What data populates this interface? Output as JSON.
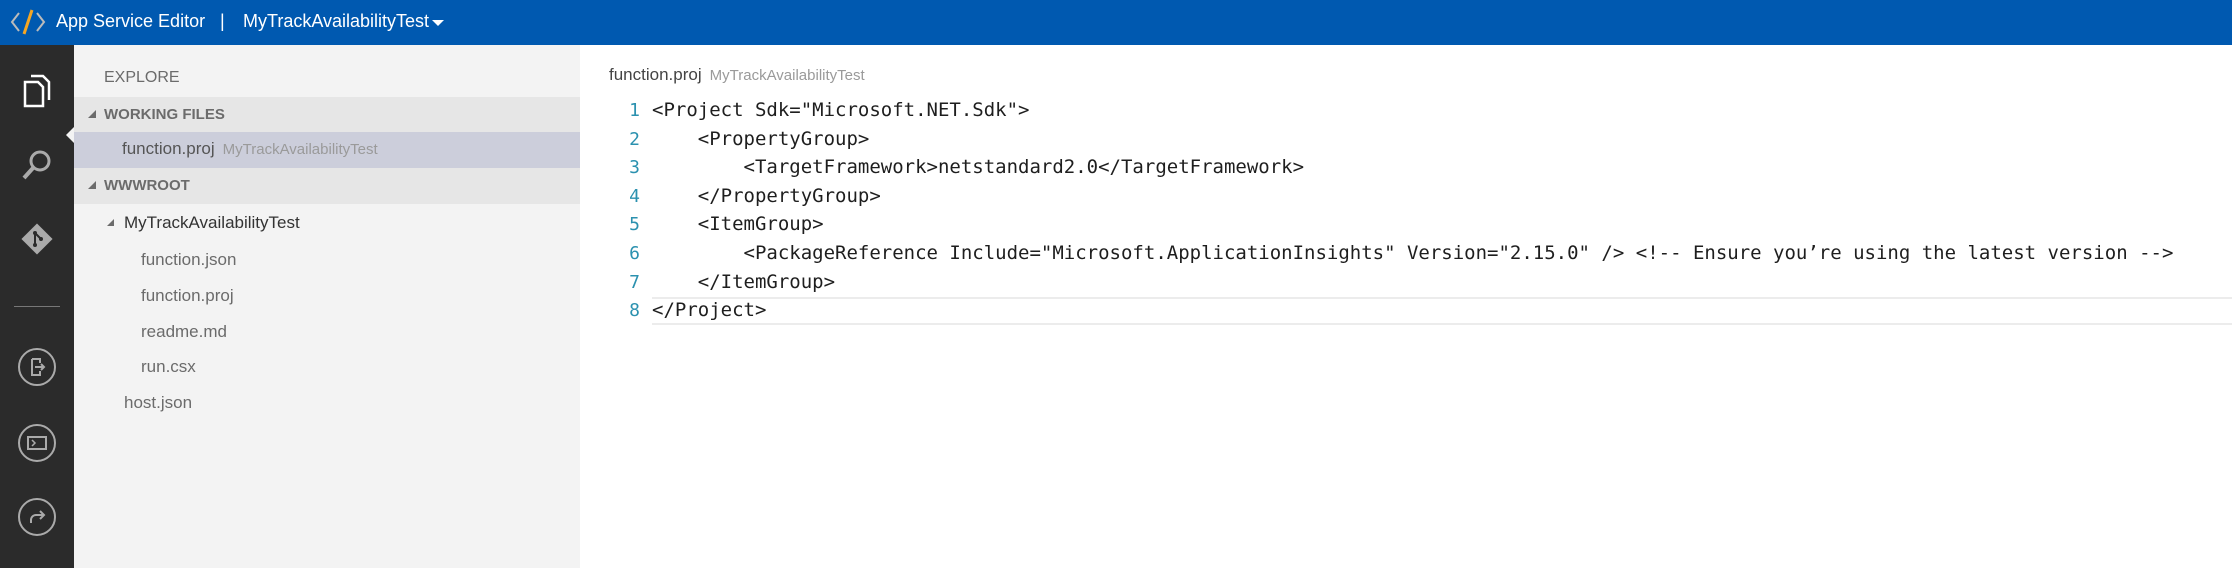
{
  "header": {
    "app_title": "App Service Editor",
    "separator": "|",
    "project_name": "MyTrackAvailabilityTest"
  },
  "colors": {
    "header_bg": "#0059b0",
    "activity_bar_bg": "#2b2b2b",
    "line_number": "#2b91af"
  },
  "activity_bar": {
    "icons": [
      "files-icon",
      "search-icon",
      "git-icon",
      "open-site-icon",
      "console-icon",
      "share-icon"
    ]
  },
  "explorer": {
    "title": "EXPLORE",
    "working_files": {
      "label": "WORKING FILES",
      "items": [
        {
          "name": "function.proj",
          "folder": "MyTrackAvailabilityTest"
        }
      ]
    },
    "wwwroot": {
      "label": "WWWROOT",
      "folder": "MyTrackAvailabilityTest",
      "children": [
        "function.json",
        "function.proj",
        "readme.md",
        "run.csx"
      ],
      "root_files": [
        "host.json"
      ]
    }
  },
  "editor": {
    "file_name": "function.proj",
    "folder": "MyTrackAvailabilityTest",
    "lines": [
      "<Project Sdk=\"Microsoft.NET.Sdk\">",
      "    <PropertyGroup>",
      "        <TargetFramework>netstandard2.0</TargetFramework>",
      "    </PropertyGroup>",
      "    <ItemGroup>",
      "        <PackageReference Include=\"Microsoft.ApplicationInsights\" Version=\"2.15.0\" /> <!-- Ensure you’re using the latest version -->",
      "    </ItemGroup>",
      "</Project>"
    ],
    "line_numbers": [
      "1",
      "2",
      "3",
      "4",
      "5",
      "6",
      "7",
      "8"
    ]
  }
}
